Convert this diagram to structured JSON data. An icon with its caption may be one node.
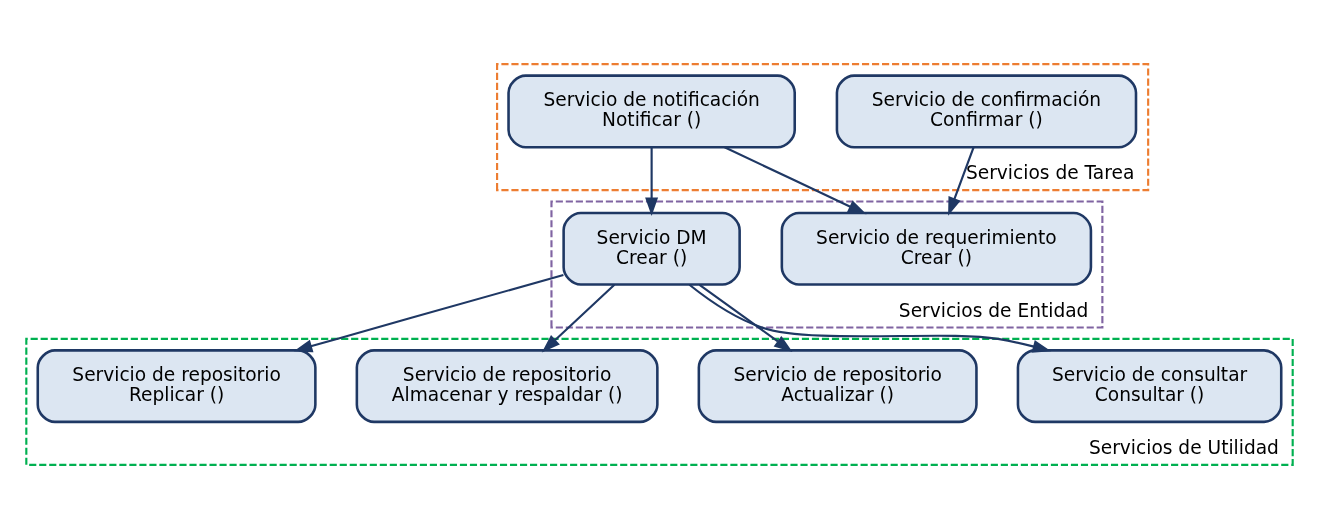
{
  "diagram": {
    "nodes": [
      {
        "text": [
          "Servicios de Tarea"
        ]
      },
      {
        "text": [
          "Servicio de confirmación",
          "Confirmar ()"
        ],
        "in": 0
      },
      {
        "text": [
          "Servicio de notificación",
          "Notificar ()"
        ],
        "in": 0
      },
      {
        "text": [
          "Servicios de Entidad"
        ]
      },
      {
        "text": [
          "Servicio de requerimiento",
          "Crear ()"
        ],
        "in": 3
      },
      {
        "text": [
          "Servicio DM",
          "Crear ()"
        ],
        "in": 3
      },
      {
        "text": [
          "Servicios de Utilidad"
        ]
      },
      {
        "text": [
          "Servicio de consultar",
          "Consultar ()"
        ],
        "in": 6
      },
      {
        "text": [
          "Servicio de repositorio",
          "Actualizar ()"
        ],
        "in": 6
      },
      {
        "text": [
          "Servicio de repositorio",
          "Almacenar y respaldar ()"
        ],
        "in": 6
      },
      {
        "text": [
          "Servicio de repositorio",
          "Replicar ()"
        ],
        "in": 6
      }
    ],
    "edges": [
      {
        "from": 1,
        "to": 4,
        "arrow": "to"
      },
      {
        "from": 2,
        "to": 4,
        "arrow": "to"
      },
      {
        "from": 2,
        "to": 5,
        "arrow": "to"
      },
      {
        "from": 5,
        "to": 7,
        "arrow": "to"
      },
      {
        "from": 5,
        "to": 8,
        "arrow": "to"
      },
      {
        "from": 5,
        "to": 9,
        "arrow": "to"
      },
      {
        "from": 5,
        "to": 10,
        "arrow": "to"
      }
    ]
  }
}
